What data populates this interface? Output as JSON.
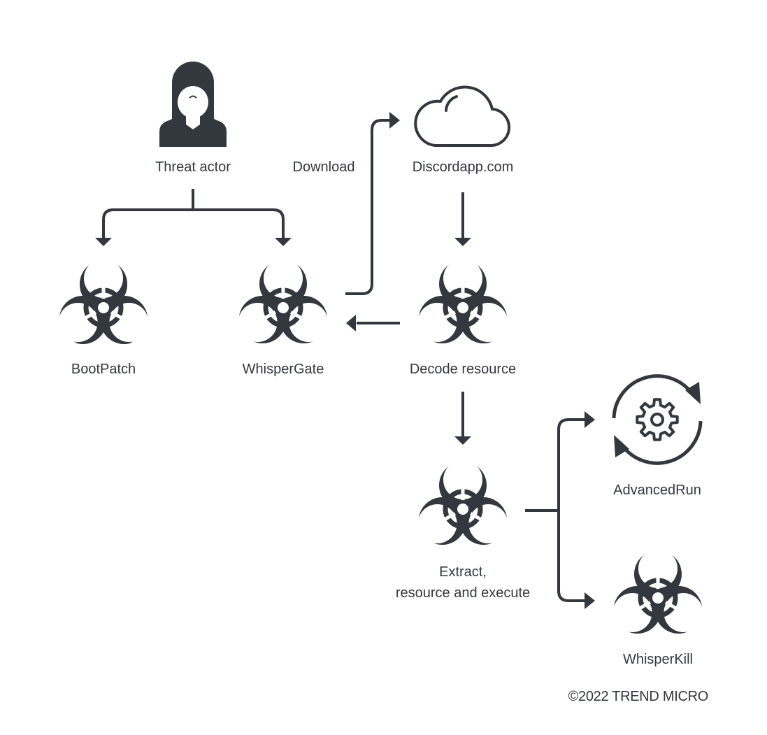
{
  "colors": {
    "ink": "#32383e",
    "background": "#ffffff"
  },
  "nodes": {
    "threat_actor": {
      "label": "Threat actor",
      "icon": "hooded-person-icon"
    },
    "bootpatch": {
      "label": "BootPatch",
      "icon": "biohazard-icon"
    },
    "whispergate": {
      "label": "WhisperGate",
      "icon": "biohazard-icon"
    },
    "discordapp": {
      "label": "Discordapp.com",
      "icon": "cloud-icon"
    },
    "decode_resource": {
      "label": "Decode resource",
      "icon": "biohazard-icon"
    },
    "extract_execute": {
      "label_line1": "Extract,",
      "label_line2": "resource and execute",
      "icon": "biohazard-icon"
    },
    "advancedrun": {
      "label": "AdvancedRun",
      "icon": "gear-cycle-icon"
    },
    "whisperkill": {
      "label": "WhisperKill",
      "icon": "biohazard-icon"
    }
  },
  "edges": [
    {
      "from": "Threat actor",
      "to": "BootPatch",
      "label": ""
    },
    {
      "from": "Threat actor",
      "to": "WhisperGate",
      "label": ""
    },
    {
      "from": "WhisperGate",
      "to": "Discordapp.com",
      "label": "Download"
    },
    {
      "from": "Discordapp.com",
      "to": "Decode resource",
      "label": ""
    },
    {
      "from": "Decode resource",
      "to": "WhisperGate",
      "label": ""
    },
    {
      "from": "Decode resource",
      "to": "Extract, resource and execute",
      "label": ""
    },
    {
      "from": "Extract, resource and execute",
      "to": "AdvancedRun",
      "label": ""
    },
    {
      "from": "Extract, resource and execute",
      "to": "WhisperKill",
      "label": ""
    }
  ],
  "edge_labels": {
    "download": "Download"
  },
  "footer": {
    "copyright": "©2022 TREND MICRO"
  }
}
